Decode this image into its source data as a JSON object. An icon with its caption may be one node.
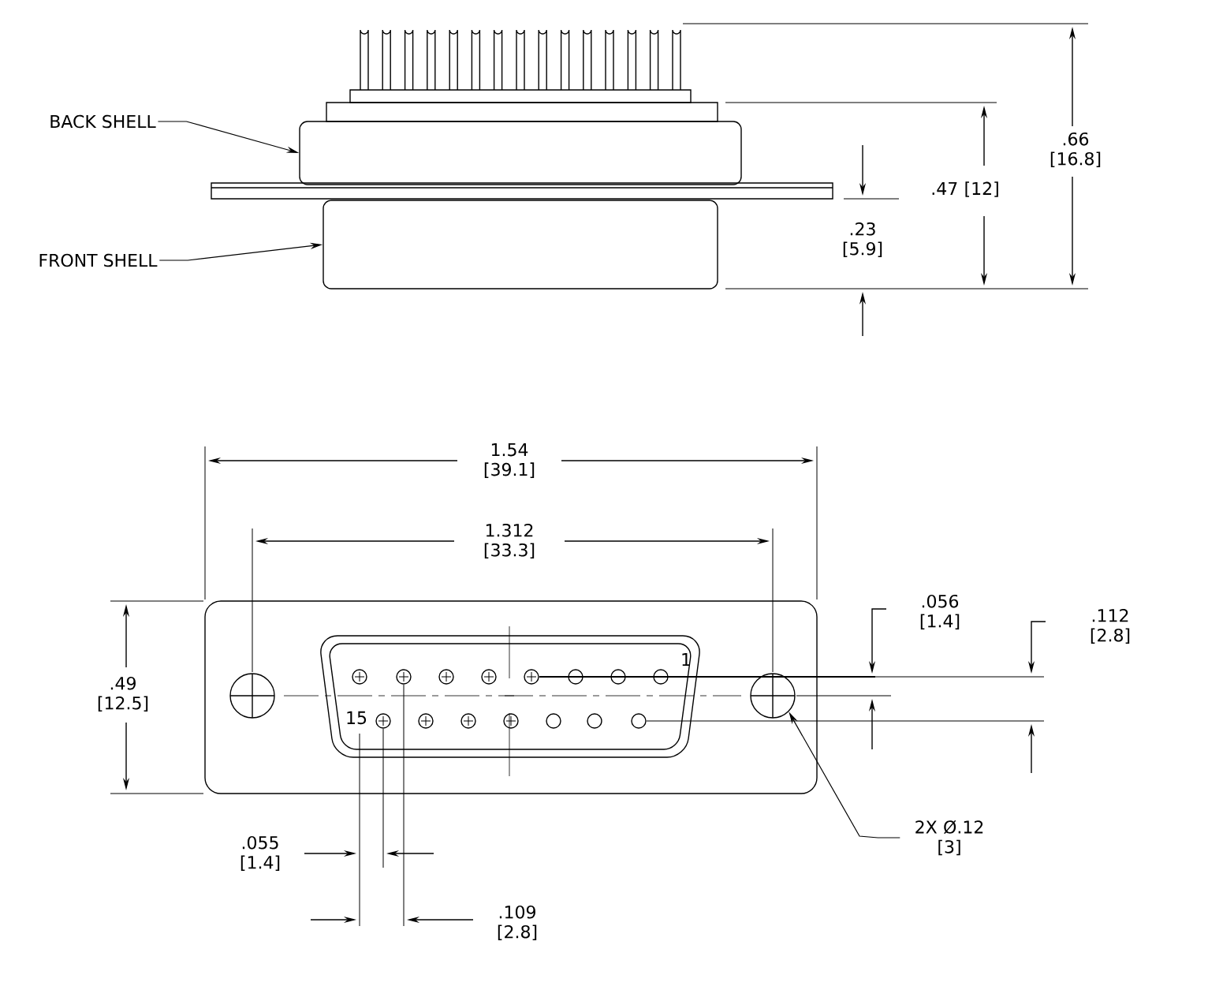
{
  "diagram": {
    "nodes": [
      {
        "text": [
          "BACK SHELL"
        ]
      },
      {
        "text": [],
        "shape": "box"
      },
      {
        "text": [
          "FRONT SHELL"
        ]
      },
      {
        "text": [],
        "shape": "box"
      },
      {
        "text": [
          "2X Ø.12 [3]"
        ]
      },
      {
        "text": [],
        "shape": "circle"
      }
    ],
    "edges": [
      {
        "from": 0,
        "to": 1,
        "arrow": "to"
      },
      {
        "from": 2,
        "to": 3,
        "arrow": "to"
      },
      {
        "from": 4,
        "to": 5,
        "arrow": "to"
      }
    ],
    "labels": [
      ".66 [16.8]",
      ".47 [12]",
      ".23 [5.9]",
      "1.54 [39.1]",
      "1.312 [33.3]",
      ".056 [1.4]",
      ".112 [2.8]",
      "1",
      ".49 [12.5]",
      "15",
      ".055 [1.4]",
      ".109 [2.8]"
    ]
  }
}
